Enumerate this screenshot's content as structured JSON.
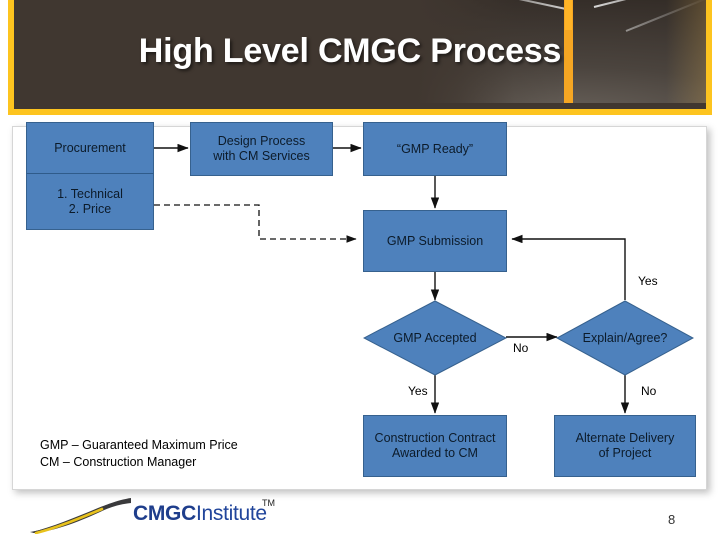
{
  "slide": {
    "title": "High Level CMGC Process",
    "page_number": "8"
  },
  "colors": {
    "banner_bg": "#403730",
    "banner_border": "#FDC41F",
    "node_fill": "#4E81BC",
    "node_stroke": "#36618E",
    "logo_blue": "#1F3E8C",
    "logo_road": "#3A3A3C",
    "logo_stripe": "#E8C21C"
  },
  "flow": {
    "nodes": [
      {
        "id": "procurement",
        "label": "Procurement",
        "shape": "rect"
      },
      {
        "id": "criteria",
        "label": "1. Technical\n2. Price",
        "shape": "rect"
      },
      {
        "id": "design",
        "label": "Design Process\nwith CM Services",
        "shape": "rect"
      },
      {
        "id": "gmp_ready",
        "label": "“GMP Ready”",
        "shape": "rect"
      },
      {
        "id": "gmp_sub",
        "label": "GMP Submission",
        "shape": "rect"
      },
      {
        "id": "gmp_accepted",
        "label": "GMP Accepted",
        "shape": "diamond"
      },
      {
        "id": "explain",
        "label": "Explain/Agree?",
        "shape": "diamond"
      },
      {
        "id": "contract",
        "label": "Construction Contract\nAwarded to CM",
        "shape": "rect"
      },
      {
        "id": "alternate",
        "label": "Alternate Delivery\nof Project",
        "shape": "rect"
      }
    ],
    "edge_labels": {
      "accepted_yes": "Yes",
      "accepted_no": "No",
      "explain_yes": "Yes",
      "explain_no": "No"
    }
  },
  "legend": {
    "line1": "GMP – Guaranteed Maximum Price",
    "line2": "CM – Construction Manager"
  },
  "logo": {
    "brand_bold": "CMGC",
    "brand_regular": "Institute",
    "trademark": "TM"
  }
}
